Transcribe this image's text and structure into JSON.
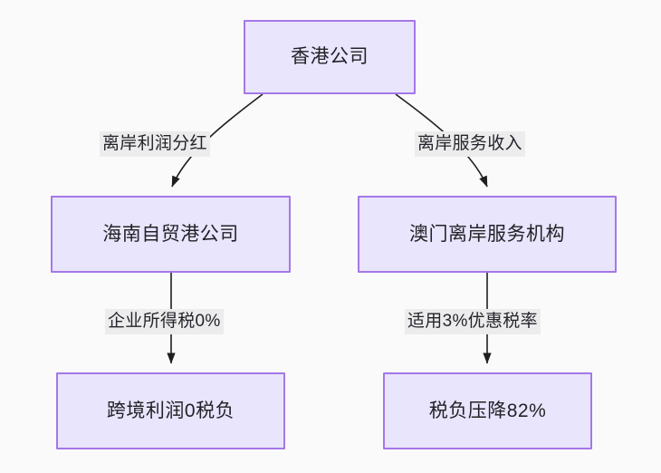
{
  "diagram": {
    "type": "flowchart",
    "direction": "top-down",
    "background_color": "#fafafa",
    "node_fill_color": "#e9e5fc",
    "node_border_color": "#a478e8",
    "node_text_color": "#222228",
    "edge_color": "#1f1f1f",
    "edge_label_background": "#ececec",
    "nodes": [
      {
        "id": "hk",
        "label": "香港公司"
      },
      {
        "id": "hainan",
        "label": "海南自贸港公司"
      },
      {
        "id": "macau",
        "label": "澳门离岸服务机构"
      },
      {
        "id": "zero_tax",
        "label": "跨境利润0税负"
      },
      {
        "id": "reduced",
        "label": "税负压降82%"
      }
    ],
    "edges": [
      {
        "id": "e1",
        "from": "hk",
        "to": "hainan",
        "label": "离岸利润分红",
        "style": "curved",
        "arrow": "triangle"
      },
      {
        "id": "e2",
        "from": "hk",
        "to": "macau",
        "label": "离岸服务收入",
        "style": "curved",
        "arrow": "triangle"
      },
      {
        "id": "e3",
        "from": "hainan",
        "to": "zero_tax",
        "label": "企业所得税0%",
        "style": "straight",
        "arrow": "triangle"
      },
      {
        "id": "e4",
        "from": "macau",
        "to": "reduced",
        "label": "适用3%优惠税率",
        "style": "straight",
        "arrow": "triangle"
      }
    ]
  }
}
